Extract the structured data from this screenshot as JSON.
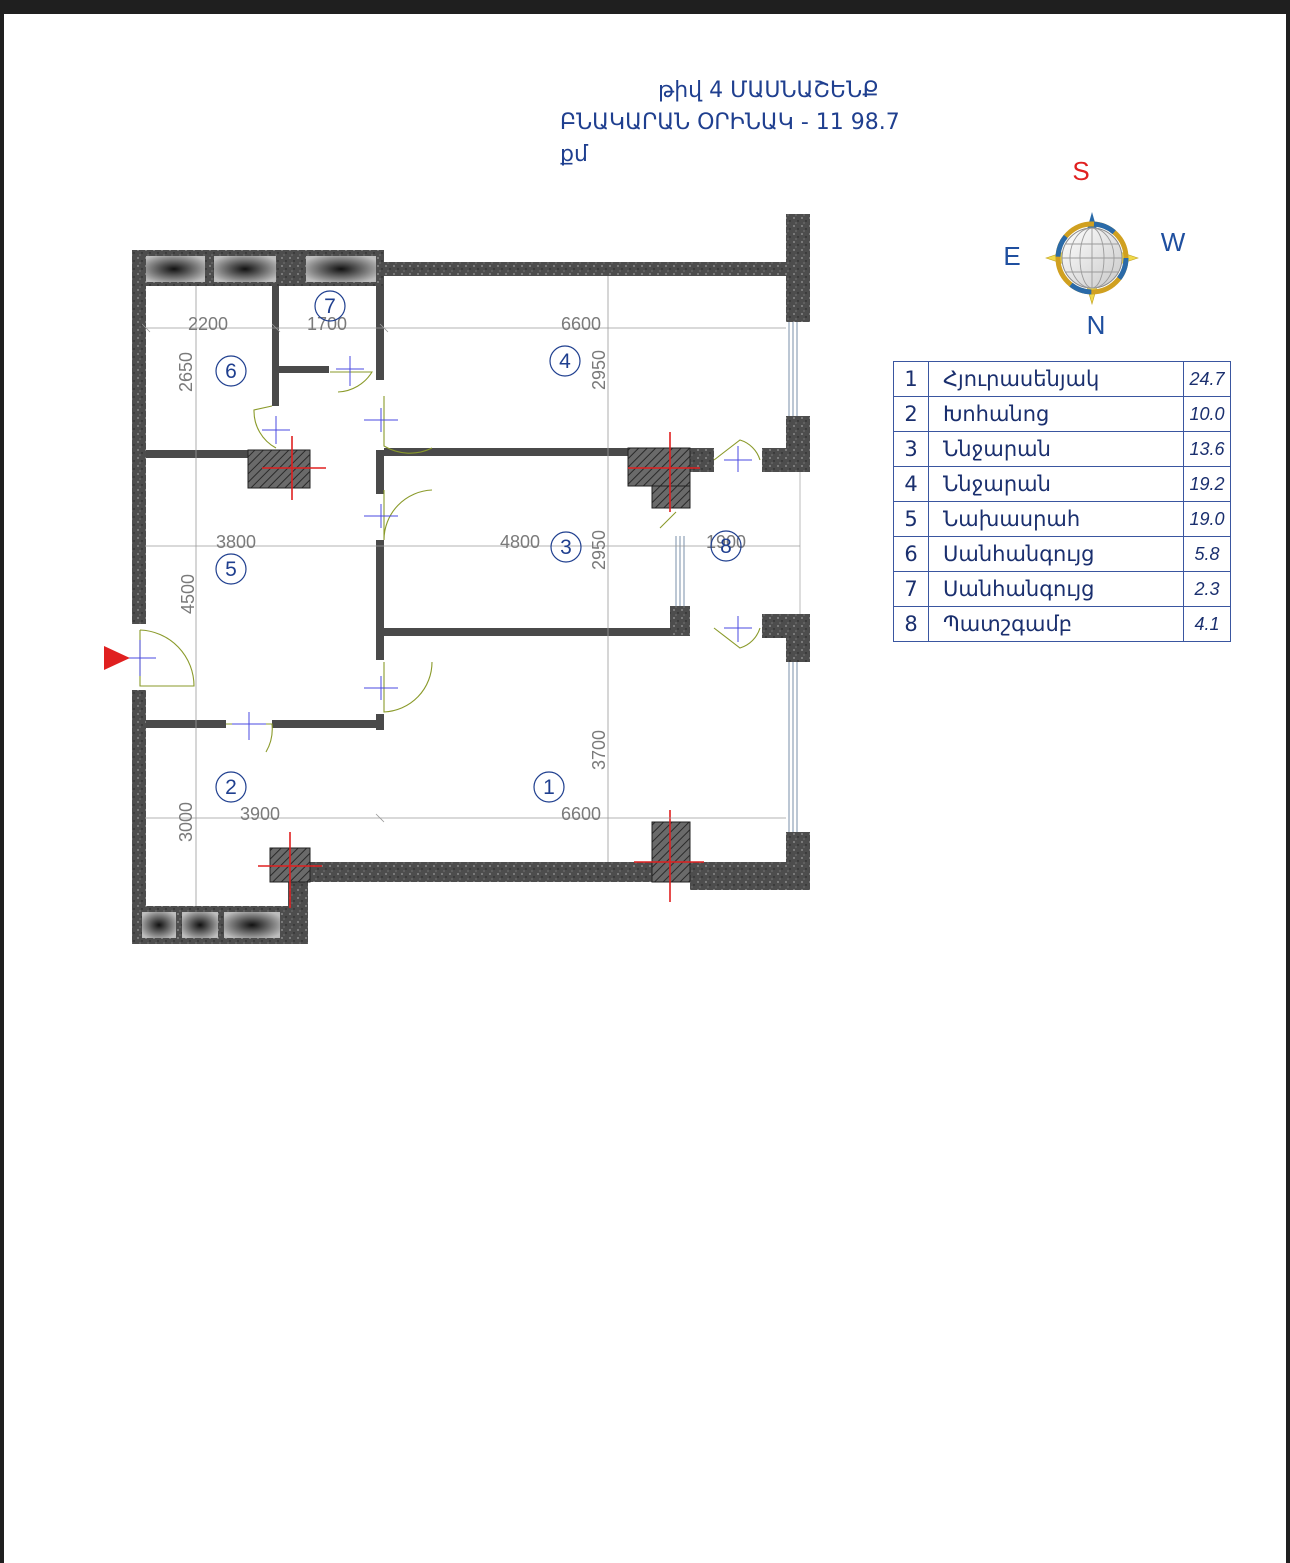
{
  "title": {
    "line1": "թիվ 4 ՄԱՍՆԱՇԵՆՔ",
    "line2": "ԲՆԱԿԱՐԱՆ   ՕՐԻՆԱԿ - 11     98.7",
    "line3": "քմ"
  },
  "compass": {
    "south": "S",
    "east": "E",
    "west": "W",
    "north": "N"
  },
  "plan": {
    "dimensions": [
      "2200",
      "1700",
      "6600",
      "2650",
      "2950",
      "3800",
      "4800",
      "2950",
      "1900",
      "4500",
      "3700",
      "3900",
      "6600",
      "3000"
    ],
    "room_markers": [
      "7",
      "6",
      "4",
      "5",
      "3",
      "8",
      "2",
      "1"
    ]
  },
  "rooms": [
    {
      "num": "1",
      "name": "Հյուրասենյակ",
      "area": "24.7"
    },
    {
      "num": "2",
      "name": "Խոհանոց",
      "area": "10.0"
    },
    {
      "num": "3",
      "name": "Ննջարան",
      "area": "13.6"
    },
    {
      "num": "4",
      "name": "Ննջարան",
      "area": "19.2"
    },
    {
      "num": "5",
      "name": "Նախասրահ",
      "area": "19.0"
    },
    {
      "num": "6",
      "name": "Սանհանգույց",
      "area": "5.8"
    },
    {
      "num": "7",
      "name": "Սանհանգույց",
      "area": "2.3"
    },
    {
      "num": "8",
      "name": "Պատշգամբ",
      "area": "4.1"
    }
  ],
  "colors": {
    "title": "#1f3f8f",
    "wall": "#4a4a4a",
    "entry_arrow": "#e02020",
    "compass_south": "#e02020",
    "compass_letters": "#1f4f9f"
  }
}
